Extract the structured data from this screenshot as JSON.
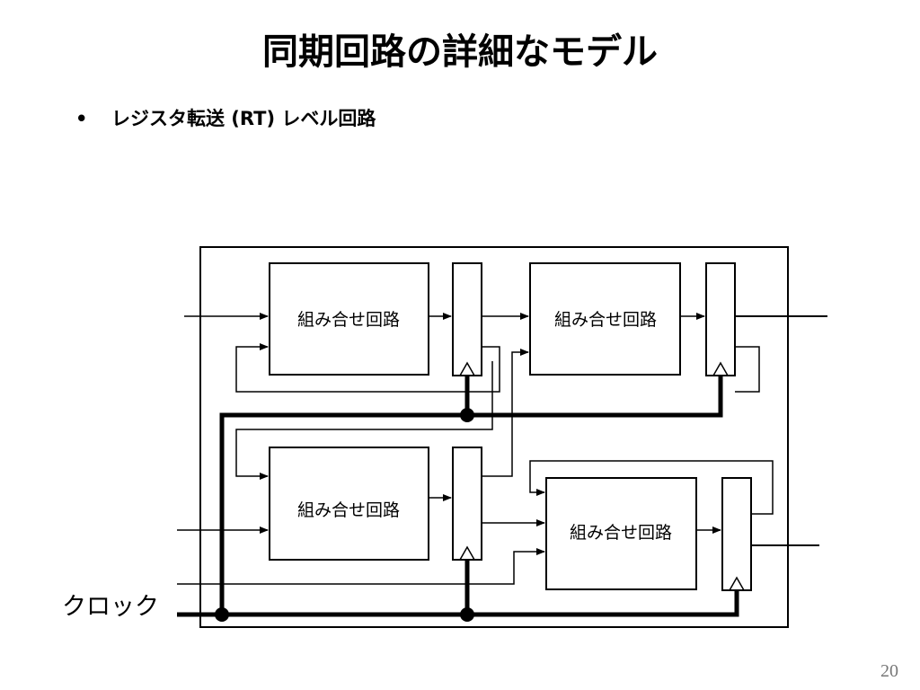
{
  "slide": {
    "title": "同期回路の詳細なモデル",
    "bullet_marker": "•",
    "bullet": "レジスタ転送 (RT) レベル回路",
    "page_number": "20"
  },
  "diagram": {
    "block_labels": [
      "組み合せ回路",
      "組み合せ回路",
      "組み合せ回路",
      "組み合せ回路"
    ],
    "clock_label": "クロック"
  }
}
